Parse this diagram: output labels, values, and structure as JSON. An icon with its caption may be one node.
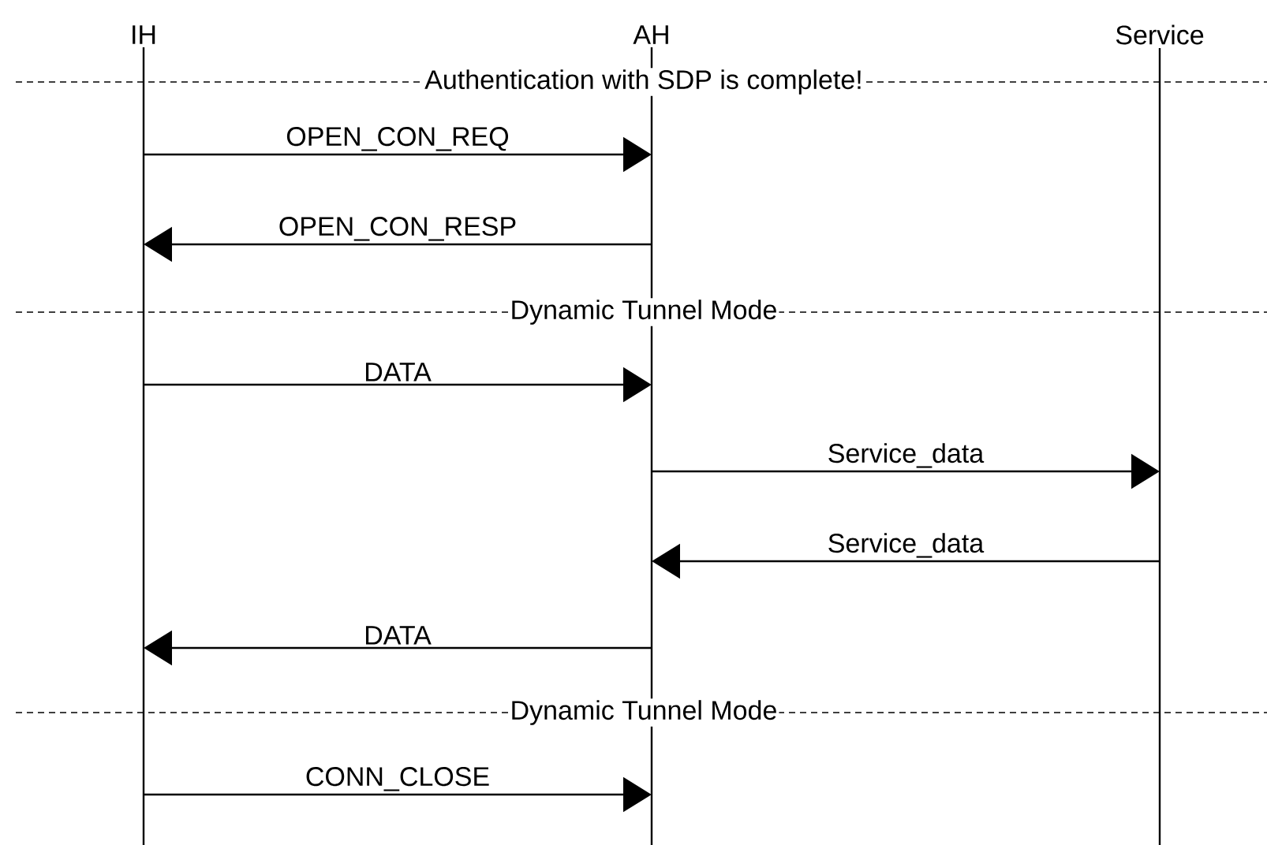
{
  "diagram": {
    "nodes": [
      {
        "text": [
          "IH"
        ]
      },
      {
        "text": [
          "AH"
        ]
      },
      {
        "text": [
          "Service"
        ]
      }
    ],
    "edges": [
      {
        "from": 0,
        "to": 1,
        "arrow": "to",
        "label": "OPEN_CON_REQ"
      },
      {
        "from": 1,
        "to": 0,
        "arrow": "to",
        "label": "OPEN_CON_RESP"
      },
      {
        "from": 0,
        "to": 1,
        "arrow": "to",
        "label": "DATA"
      },
      {
        "from": 1,
        "to": 2,
        "arrow": "to",
        "label": "Service_data"
      },
      {
        "from": 2,
        "to": 1,
        "arrow": "to",
        "label": "Service_data"
      },
      {
        "from": 1,
        "to": 0,
        "arrow": "to",
        "label": "DATA"
      },
      {
        "from": 0,
        "to": 1,
        "arrow": "to",
        "label": "CONN_CLOSE"
      }
    ],
    "labels": [
      "Authentication with SDP is complete!",
      "Dynamic Tunnel Mode",
      "Dynamic Tunnel Mode"
    ]
  }
}
